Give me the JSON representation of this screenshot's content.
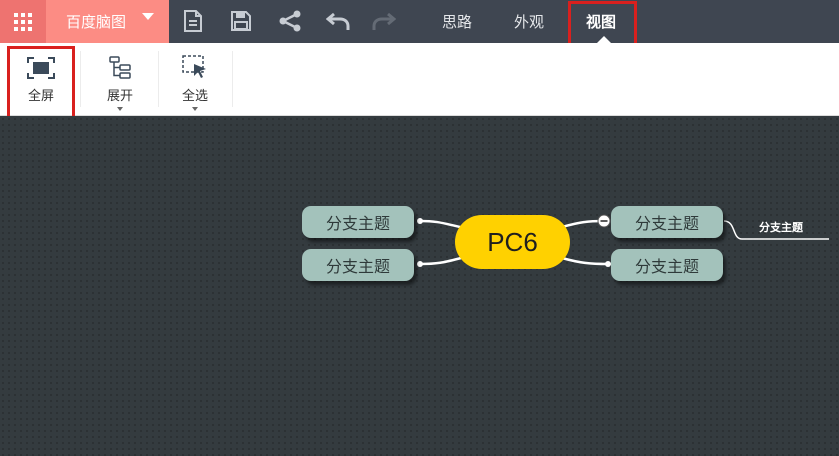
{
  "app": {
    "name": "百度脑图"
  },
  "toolbar": {
    "icons": [
      "apps-grid-icon",
      "new-file-icon",
      "save-icon",
      "share-icon",
      "undo-icon",
      "redo-icon"
    ]
  },
  "tabs": [
    {
      "label": "思路"
    },
    {
      "label": "外观"
    },
    {
      "label": "视图",
      "active": true
    }
  ],
  "ribbon": {
    "fullscreen": "全屏",
    "expand": "展开",
    "select_all": "全选"
  },
  "mindmap": {
    "root": "PC6",
    "branches": [
      "分支主题",
      "分支主题",
      "分支主题",
      "分支主题"
    ],
    "sub_branch": "分支主题"
  },
  "colors": {
    "brand": "#fc8c84",
    "root_node": "#ffd100",
    "branch_node": "#a3c2bb",
    "highlight": "#d9201e"
  }
}
